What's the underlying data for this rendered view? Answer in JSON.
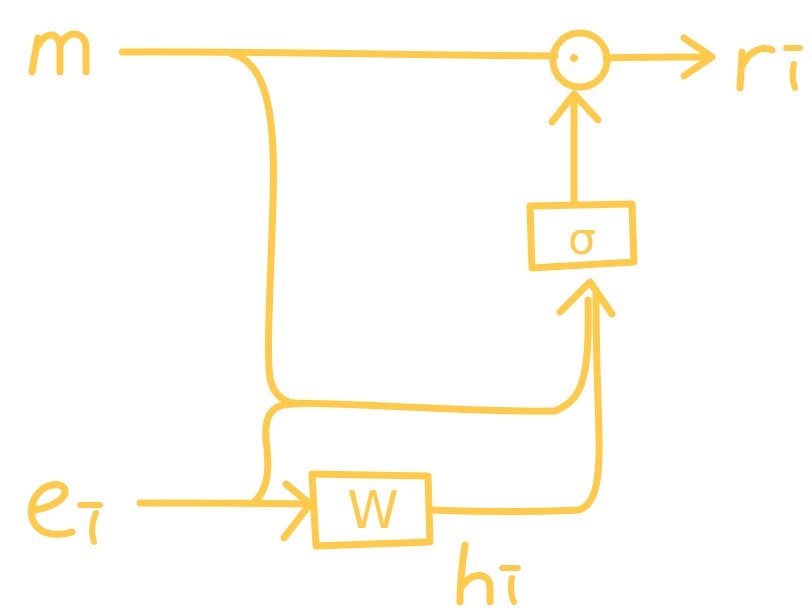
{
  "colors": {
    "ink": "#FFC94A",
    "background": "#ffffff"
  },
  "labels": {
    "m": "m",
    "e_i": "e_i",
    "h_i": "h_i",
    "r_i": "r_i"
  },
  "blocks": {
    "W": "W",
    "sigma": "σ"
  },
  "operator": "⊙"
}
